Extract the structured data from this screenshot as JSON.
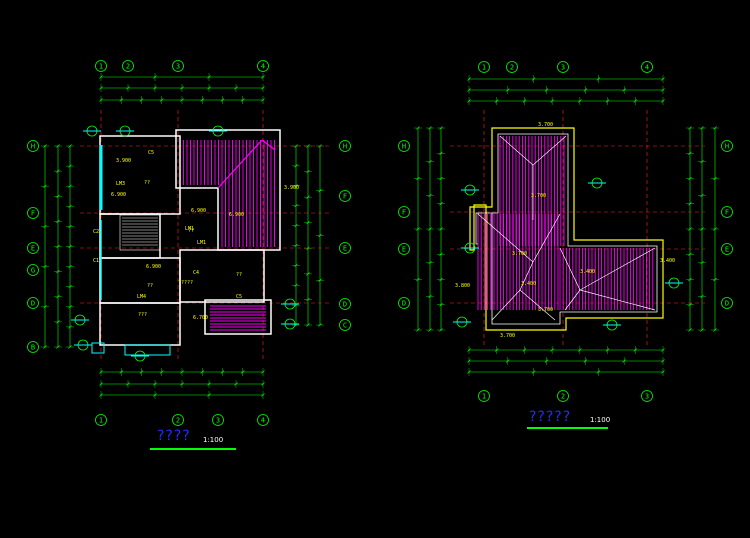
{
  "colors": {
    "background": "#000000",
    "dimension": "#00ff00",
    "axis": "#ff2020",
    "wall": "#ffffff",
    "roof_hatch": "#ff00ff",
    "window": "#00ffff",
    "title": "#2828ff",
    "title_underline": "#00ff00",
    "label": "#ffff00"
  },
  "left_plan": {
    "title": "????",
    "scale": "1:100",
    "col_bubbles_top": [
      "1",
      "2",
      "3",
      "4"
    ],
    "col_bubbles_bottom": [
      "1",
      "2",
      "3",
      "4"
    ],
    "row_bubbles_left": [
      "H",
      "F",
      "E",
      "D",
      "C",
      "B"
    ],
    "row_bubbles_right": [
      "H",
      "F",
      "E",
      "D",
      "C"
    ],
    "room_labels": [
      "C5",
      "LM3",
      "C2",
      "C1",
      "LM4",
      "C4",
      "C5",
      "LM1",
      "LM1",
      "6.900",
      "6.900",
      "6.900",
      "6.900",
      "3.900",
      "??",
      "??",
      "??",
      "??",
      "?????",
      "???",
      "6.700",
      "3.900"
    ]
  },
  "right_plan": {
    "title": "?????",
    "scale": "1:100",
    "col_bubbles_top": [
      "1",
      "2",
      "3",
      "4"
    ],
    "col_bubbles_bottom": [
      "1",
      "2",
      "3"
    ],
    "row_bubbles_left": [
      "H",
      "F",
      "E",
      "D"
    ],
    "row_bubbles_right": [
      "H",
      "F",
      "E",
      "D"
    ],
    "roof_labels": [
      "3.700",
      "3.700",
      "3.700",
      "3.400",
      "3.400",
      "3.400",
      "3.800",
      "3.700",
      "3.700"
    ]
  }
}
